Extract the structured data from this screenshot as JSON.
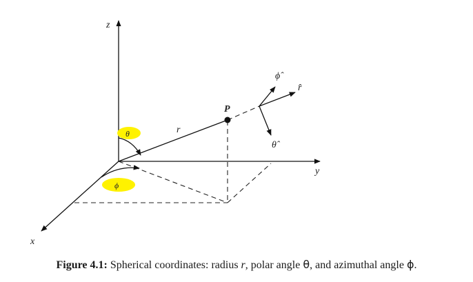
{
  "diagram": {
    "axis_labels": {
      "z": "z",
      "y": "y",
      "x": "x"
    },
    "point_label": "P",
    "radius_label": "r",
    "theta_label": "θ",
    "phi_label": "ϕ",
    "unit_vectors": {
      "phi_hat": "ϕ̂",
      "r_hat": "r̂",
      "theta_hat": "θ̂"
    },
    "highlight_color": "#fff200"
  },
  "caption": {
    "figure_label": "Figure 4.1:",
    "text_a": " Spherical coordinates: radius ",
    "r": "r",
    "text_b": ", polar angle ",
    "theta": "θ",
    "text_c": ", and azimuthal angle ",
    "phi": "ϕ",
    "text_d": "."
  }
}
